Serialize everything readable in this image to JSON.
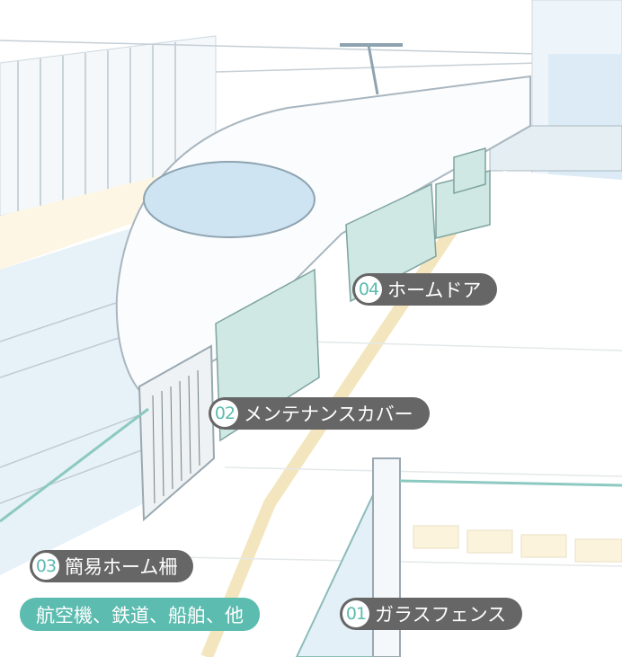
{
  "labels": [
    {
      "num": "04",
      "text": "ホームドア"
    },
    {
      "num": "02",
      "text": "メンテナンスカバー"
    },
    {
      "num": "03",
      "text": "簡易ホーム柵"
    },
    {
      "num": "01",
      "text": "ガラスフェンス"
    }
  ],
  "category_tag": "航空機、鉄道、船舶、他",
  "colors": {
    "label_bg": "#666666",
    "accent": "#5bbcaf",
    "panel": "#cfe8e4",
    "sky": "#e3f0f8"
  }
}
